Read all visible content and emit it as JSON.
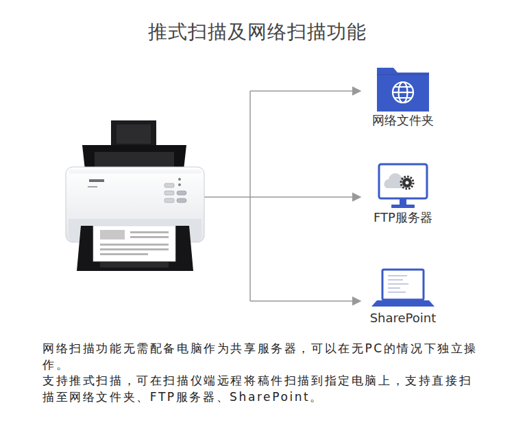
{
  "diagram": {
    "title": "推式扫描及网络扫描功能",
    "nodes": [
      {
        "text": [
          "网络文件夹"
        ]
      },
      {
        "text": [
          "FTP服务器"
        ]
      },
      {
        "text": [
          "SharePoint"
        ]
      }
    ],
    "labels": [
      "网络扫描功能无需配备电脑作为共享服务器，可以在无PC的情况下独立操作。",
      "支持推式扫描，可在扫描仪端远程将稿件扫描到指定电脑上，支持直接扫描至网络文件夹、FTP服务器、SharePoint。"
    ]
  }
}
